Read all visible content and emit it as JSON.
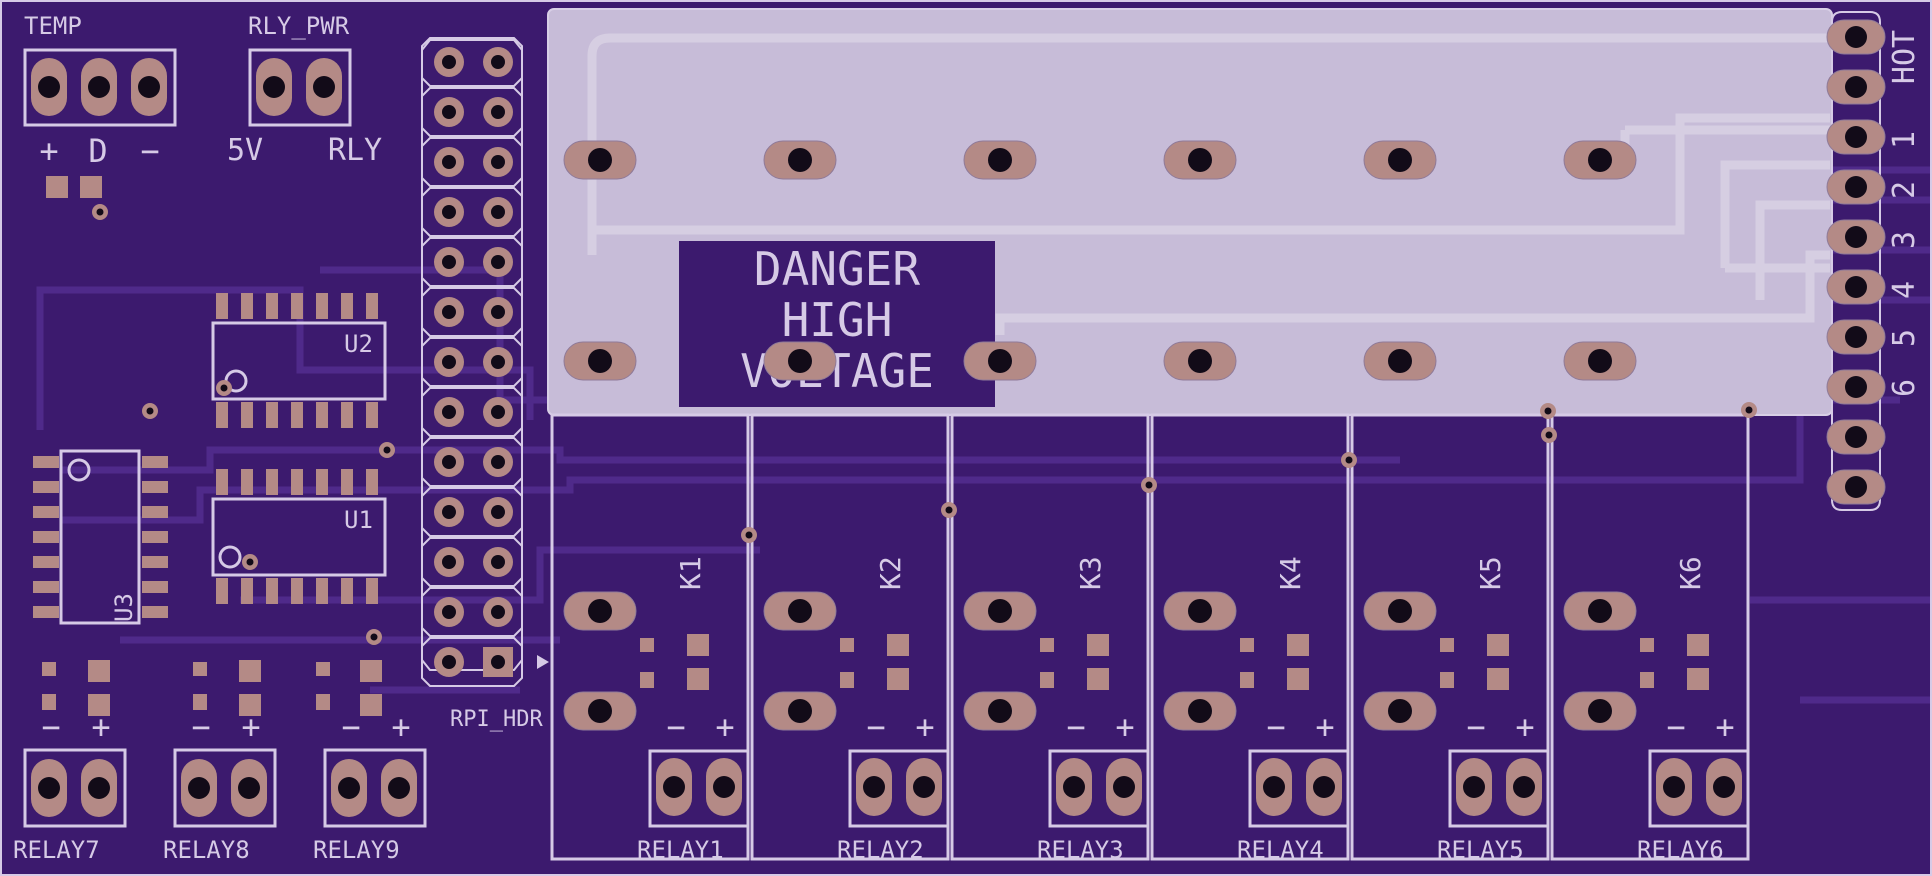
{
  "colors": {
    "board": "#3c1a6e",
    "trace": "#4f2a8a",
    "silkscreen": "#d6cae6",
    "copper_pad": "#b48a86",
    "drill": "#120b18",
    "hv_zone": "#c7bcd8",
    "warning_box": "#3c1a6e"
  },
  "labels": {
    "temp": "TEMP",
    "temp_plus": "+",
    "temp_d": "D",
    "temp_minus": "−",
    "rly_pwr": "RLY_PWR",
    "pwr_5v": "5V",
    "pwr_rly": "RLY",
    "rpi_hdr": "RPI_HDR",
    "u1": "U1",
    "u2": "U2",
    "u3": "U3",
    "warning": [
      "DANGER",
      "HIGH",
      "VOLTAGE"
    ],
    "hot_terminals": [
      "HOT",
      "1",
      "2",
      "3",
      "4",
      "5",
      "6"
    ],
    "plus": "+",
    "minus": "−"
  },
  "relays": [
    {
      "ref": "K1",
      "label": "RELAY1"
    },
    {
      "ref": "K2",
      "label": "RELAY2"
    },
    {
      "ref": "K3",
      "label": "RELAY3"
    },
    {
      "ref": "K4",
      "label": "RELAY4"
    },
    {
      "ref": "K5",
      "label": "RELAY5"
    },
    {
      "ref": "K6",
      "label": "RELAY6"
    }
  ],
  "aux_relays": [
    {
      "label": "RELAY7"
    },
    {
      "label": "RELAY8"
    },
    {
      "label": "RELAY9"
    }
  ]
}
